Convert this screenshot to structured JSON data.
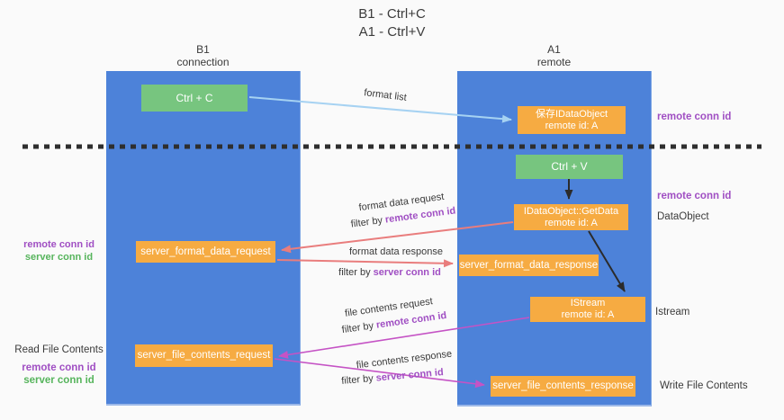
{
  "title": {
    "line1": "B1 - Ctrl+C",
    "line2": "A1 - Ctrl+V"
  },
  "columns": {
    "b1": {
      "name": "B1",
      "role": "connection"
    },
    "a1": {
      "name": "A1",
      "role": "remote"
    }
  },
  "nodes": {
    "ctrl_c": {
      "label": "Ctrl + C"
    },
    "ctrl_v": {
      "label": "Ctrl + V"
    },
    "save_dataobject": {
      "line1": "保存IDataObject",
      "line2": "remote id: A"
    },
    "getdata": {
      "line1": "IDataObject::GetData",
      "line2": "remote id: A"
    },
    "istream": {
      "line1": "IStream",
      "line2": "remote id: A"
    },
    "format_request": {
      "label": "server_format_data_request"
    },
    "format_response": {
      "label": "server_format_data_response"
    },
    "file_request": {
      "label": "server_file_contents_request"
    },
    "file_response": {
      "label": "server_file_contents_response"
    }
  },
  "edge_labels": {
    "format_list": "format list",
    "format_data_request": "format data request",
    "filter_remote_1": {
      "prefix": "filter by ",
      "highlight": "remote conn id"
    },
    "format_data_response": "format data response",
    "filter_server_1": {
      "prefix": "filter by ",
      "highlight": "server conn id"
    },
    "file_contents_request": "file contents request",
    "filter_remote_2": {
      "prefix": "filter by ",
      "highlight": "remote conn id"
    },
    "file_contents_response": "file contents response",
    "filter_server_2": {
      "prefix": "filter by ",
      "highlight": "server conn id"
    }
  },
  "annotations": {
    "right_top_remote": "remote conn id",
    "right_mid_remote": "remote conn id",
    "right_dataobject": "DataObject",
    "right_istream": "Istream",
    "right_write_file": "Write File Contents",
    "left_block1": {
      "remote": "remote conn id",
      "server": "server conn id"
    },
    "left_block2": {
      "title": "Read File Contents",
      "remote": "remote conn id",
      "server": "server conn id"
    }
  },
  "colors": {
    "background": "#FAFAFA",
    "column_blue": "#4D82D9",
    "box_green": "#77C57F",
    "box_orange": "#F6AB42",
    "arrow_light_blue": "#A6D2F2",
    "arrow_black": "#2B2B2B",
    "arrow_salmon": "#E97D7D",
    "arrow_magenta": "#C553C5",
    "text_purple": "#A04FC3",
    "text_green": "#56B45C",
    "text_dark": "#3A3A3A"
  }
}
